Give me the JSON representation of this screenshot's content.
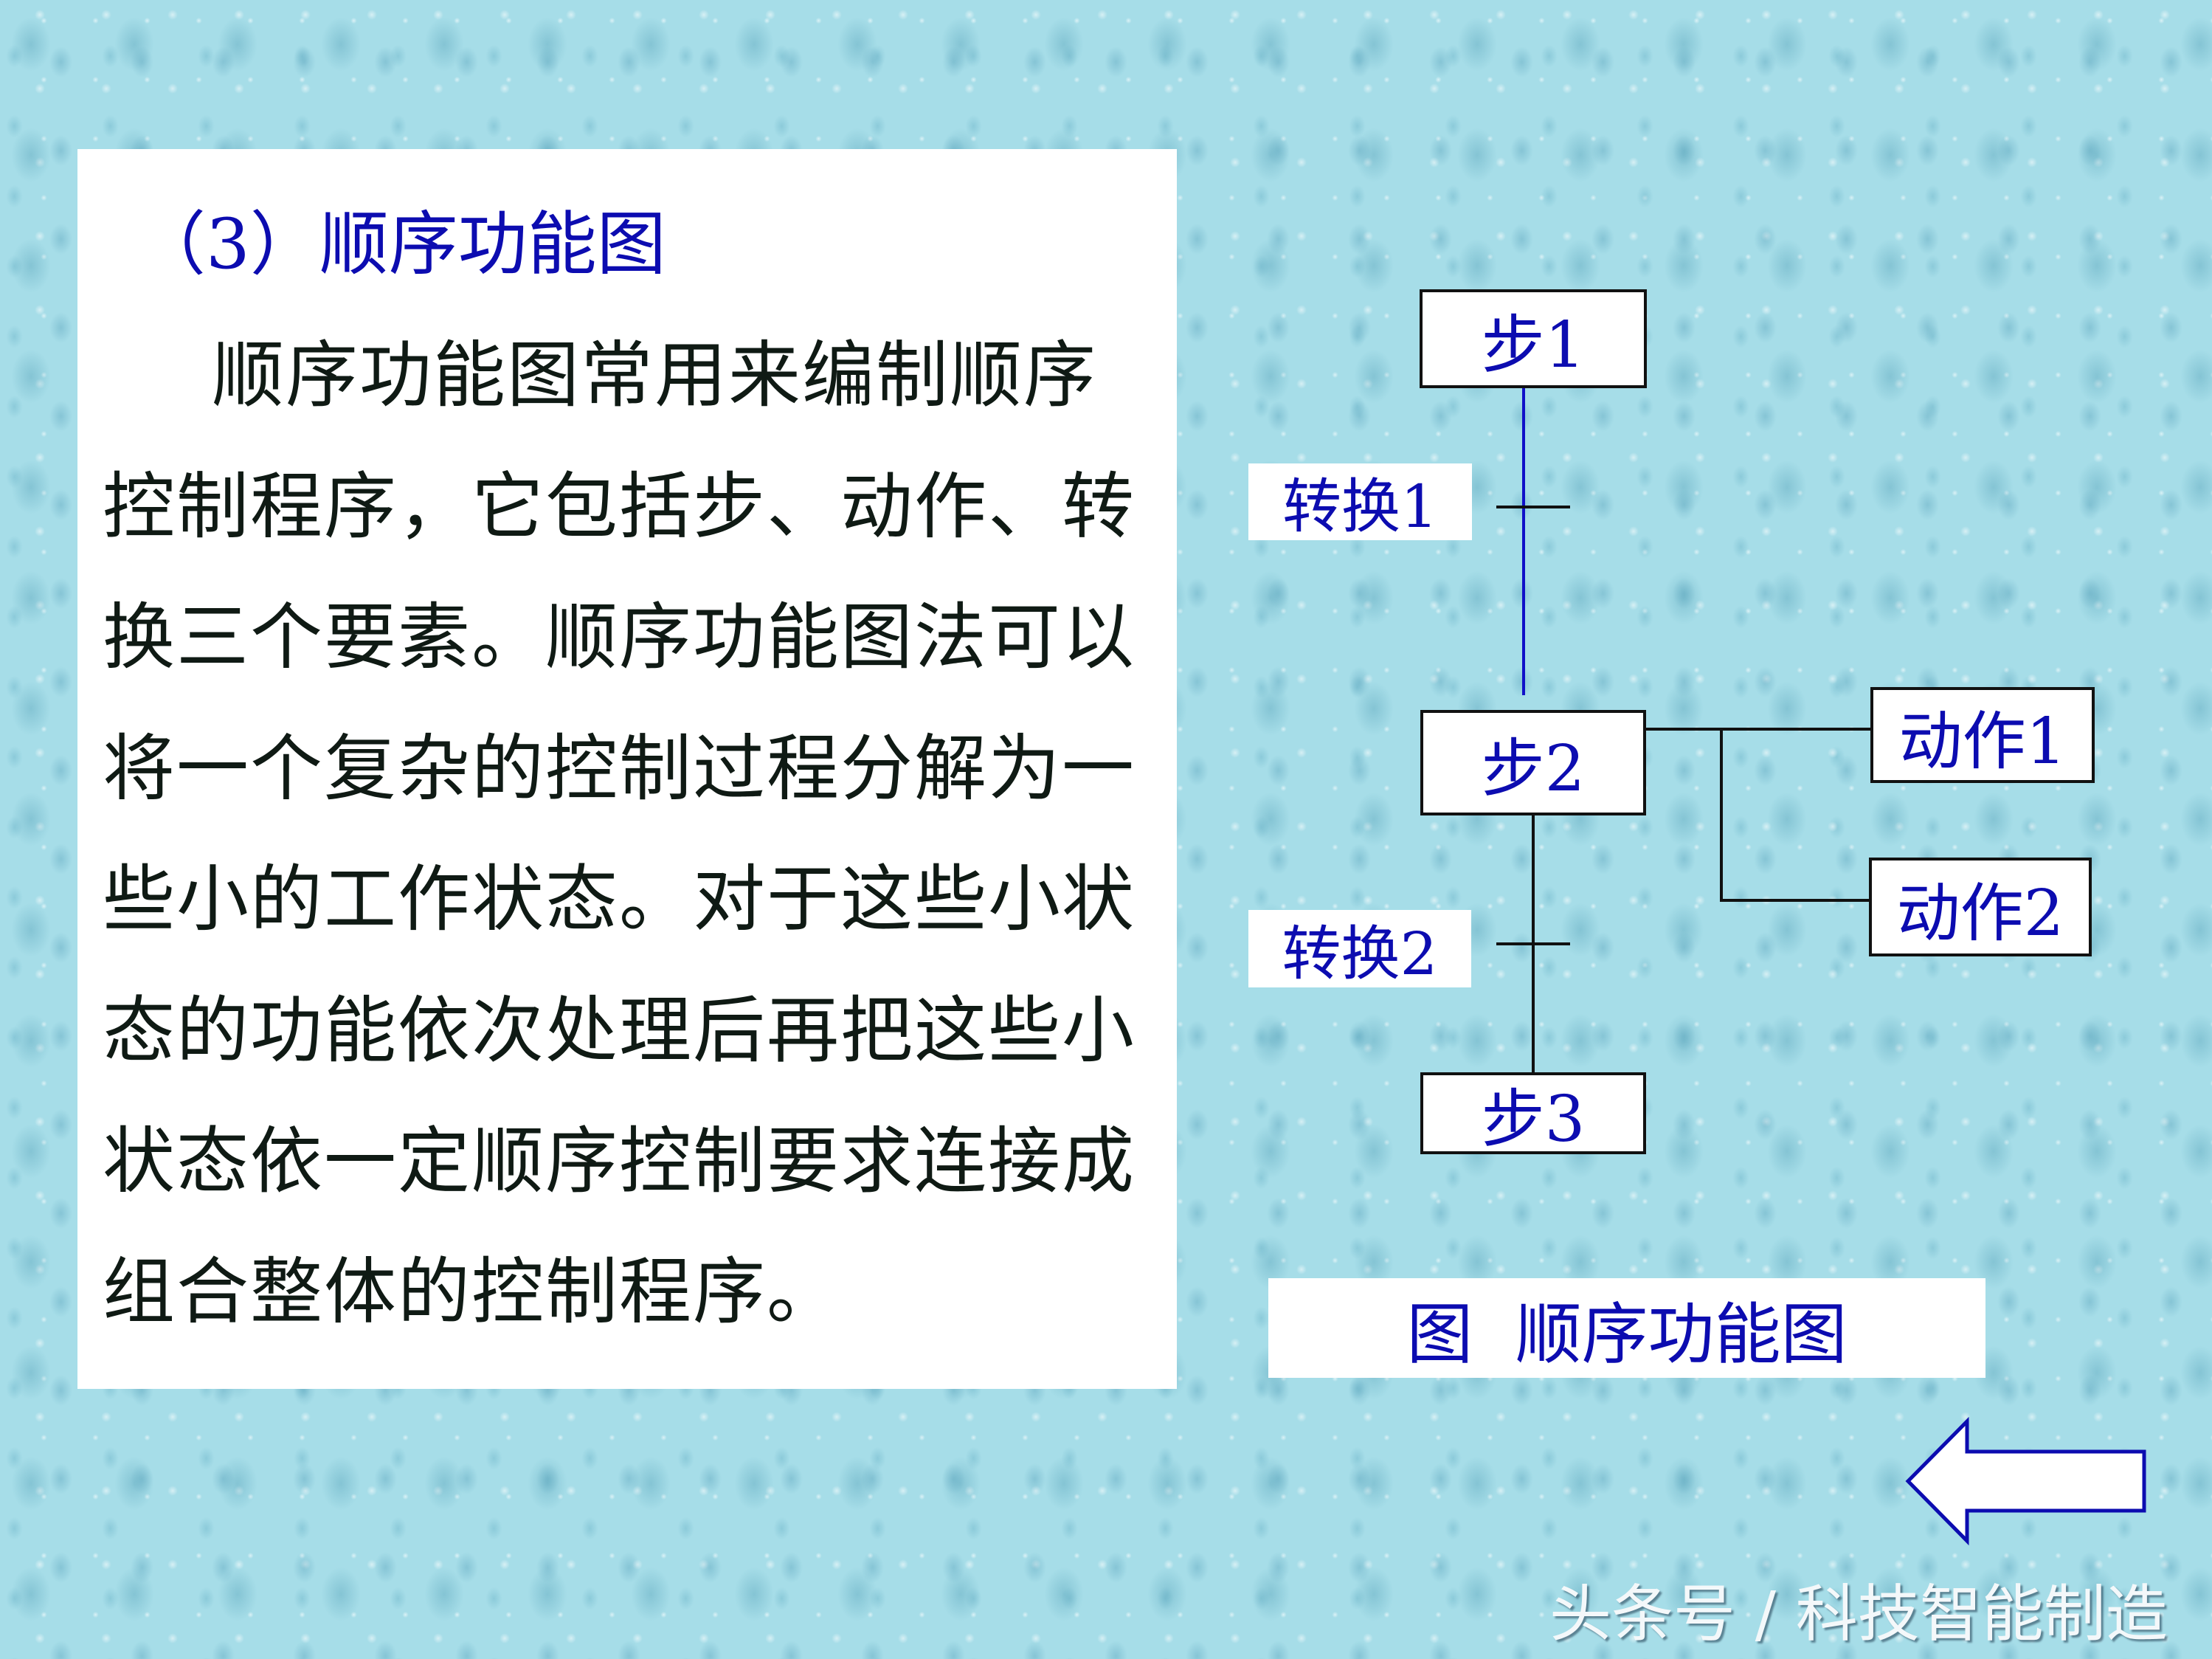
{
  "panel": {
    "title": "（3）顺序功能图",
    "lines": [
      "顺序功能图常用来编制顺序",
      "控制程序，它包括步、动作、转",
      "换三个要素。顺序功能图法可以",
      "将一个复杂的控制过程分解为一",
      "些小的工作状态。对于这些小状",
      "态的功能依次处理后再把这些小",
      "状态依一定顺序控制要求连接成",
      "组合整体的控制程序。"
    ]
  },
  "diagram": {
    "steps": [
      {
        "label": "步1"
      },
      {
        "label": "步2"
      },
      {
        "label": "步3"
      }
    ],
    "transitions": [
      {
        "label": "转换1"
      },
      {
        "label": "转换2"
      }
    ],
    "actions": [
      {
        "label": "动作1"
      },
      {
        "label": "动作2"
      }
    ],
    "caption": "图  顺序功能图",
    "colors": {
      "text_blue": "#0c0cb0",
      "link_blue": "#1010c8",
      "line_black": "#111111",
      "background": "#a6dde8"
    }
  },
  "nav": {
    "back_arrow_icon": "left-arrow-icon"
  },
  "watermark": {
    "text": "头条号 / 科技智能制造"
  }
}
